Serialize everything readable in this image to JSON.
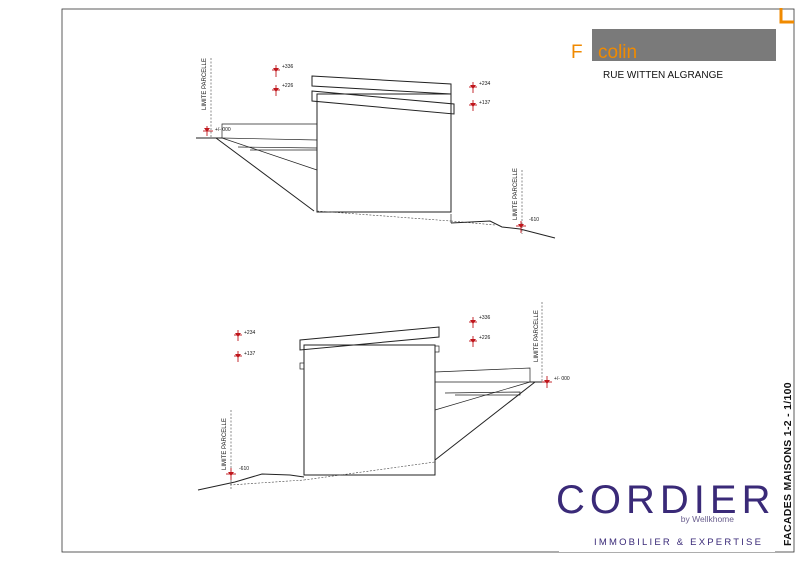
{
  "title_block": {
    "logo_initial": "F",
    "logo_name": "colin",
    "address": "RUE WITTEN ALGRANGE"
  },
  "sheet_title": "FACADES MAISONS 1-2 - 1/100",
  "branding": {
    "name": "CORDIER",
    "by_line": "by Wellkhome",
    "tagline": "IMMOBILIER & EXPERTISE"
  },
  "facade_top": {
    "limit_label_left": "LIMITE PARCELLE",
    "limit_label_right": "LIMITE PARCELLE",
    "level_ground_left": "+/- 000",
    "level_ground_right": "-610",
    "levels_left": [
      "+336",
      "+226"
    ],
    "levels_right": [
      "+234",
      "+137"
    ]
  },
  "facade_bottom": {
    "limit_label_left": "LIMITE PARCELLE",
    "limit_label_right": "LIMITE PARCELLE",
    "level_ground_left": "-610",
    "level_ground_right": "+/- 000",
    "levels_left": [
      "+234",
      "+137"
    ],
    "levels_right": [
      "+336",
      "+226"
    ]
  },
  "colors": {
    "accent_orange": "#f08a00",
    "title_grey": "#7a7a7a",
    "marker_red": "#c0161c",
    "brand_purple": "#3a2a78"
  }
}
